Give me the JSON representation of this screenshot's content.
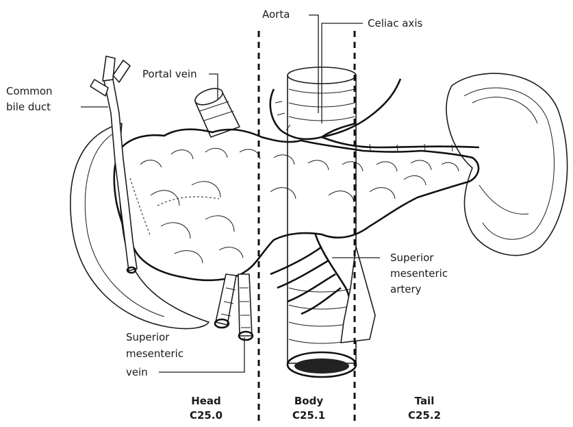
{
  "labels": {
    "aorta": "Aorta",
    "celiac_axis": "Celiac axis",
    "portal_vein": "Portal vein",
    "common_bile_duct_line1": "Common",
    "common_bile_duct_line2": "bile duct",
    "sma_line1": "Superior",
    "sma_line2": "mesenteric",
    "sma_line3": "artery",
    "smv_line1": "Superior",
    "smv_line2": "mesenteric",
    "smv_line3": "vein"
  },
  "regions": [
    {
      "name": "Head",
      "code": "C25.0"
    },
    {
      "name": "Body",
      "code": "C25.1"
    },
    {
      "name": "Tail",
      "code": "C25.2"
    }
  ]
}
